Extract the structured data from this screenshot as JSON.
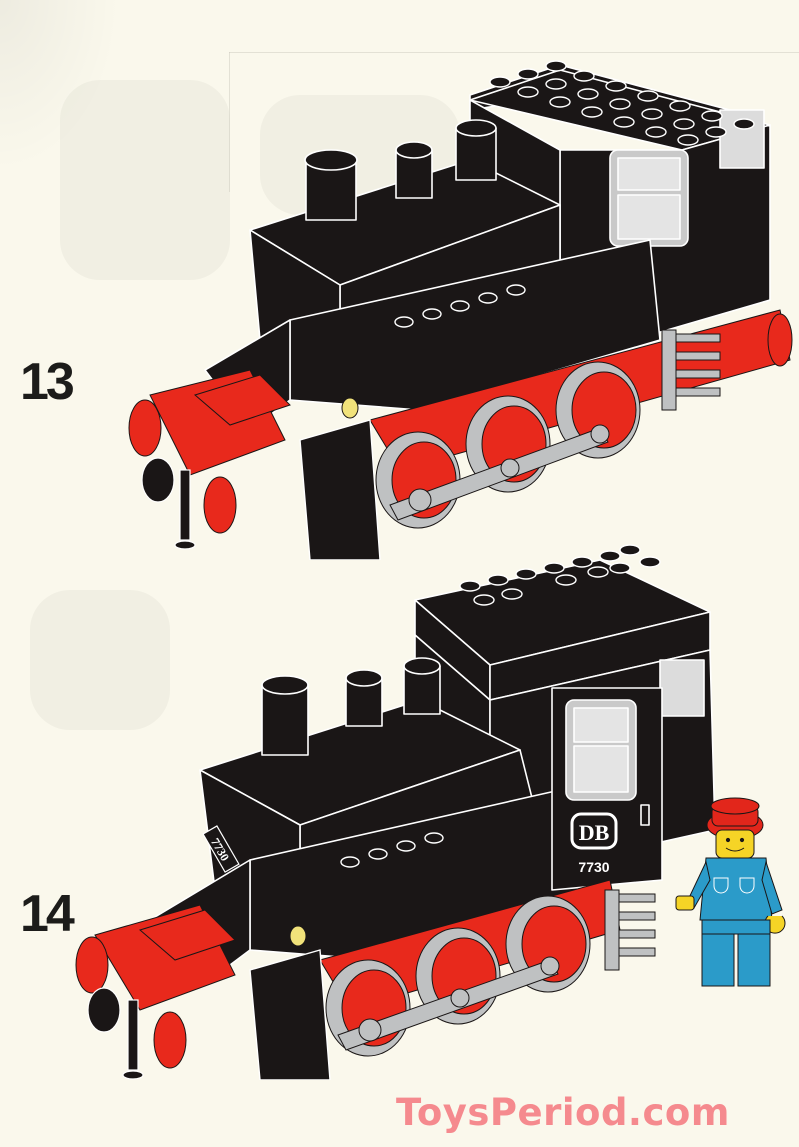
{
  "page": {
    "type": "building-instructions",
    "background_color": "#faf8ec"
  },
  "steps": [
    {
      "number": "13",
      "model": "steam-locomotive",
      "state": "cab-roof-with-studs"
    },
    {
      "number": "14",
      "model": "steam-locomotive",
      "state": "sloped-cab-roof-open-door-with-minifigure"
    }
  ],
  "locomotive": {
    "side_plate_brand": "DB",
    "side_plate_number": "7730",
    "boiler_plate_number": "7730"
  },
  "minifigure": {
    "role": "train-driver",
    "cap_color": "#e2261b",
    "uniform_color": "#2b9bc9",
    "face_color": "#f5d426"
  },
  "colors": {
    "body_black": "#1a1616",
    "chassis_red": "#e8291c",
    "wheel_gray": "#bfc1c2",
    "outline_white": "#ffffff",
    "lamp_yellow": "#f1e27a"
  },
  "watermark": {
    "text": "ToysPeriod.com",
    "color": "#f58a8e"
  }
}
